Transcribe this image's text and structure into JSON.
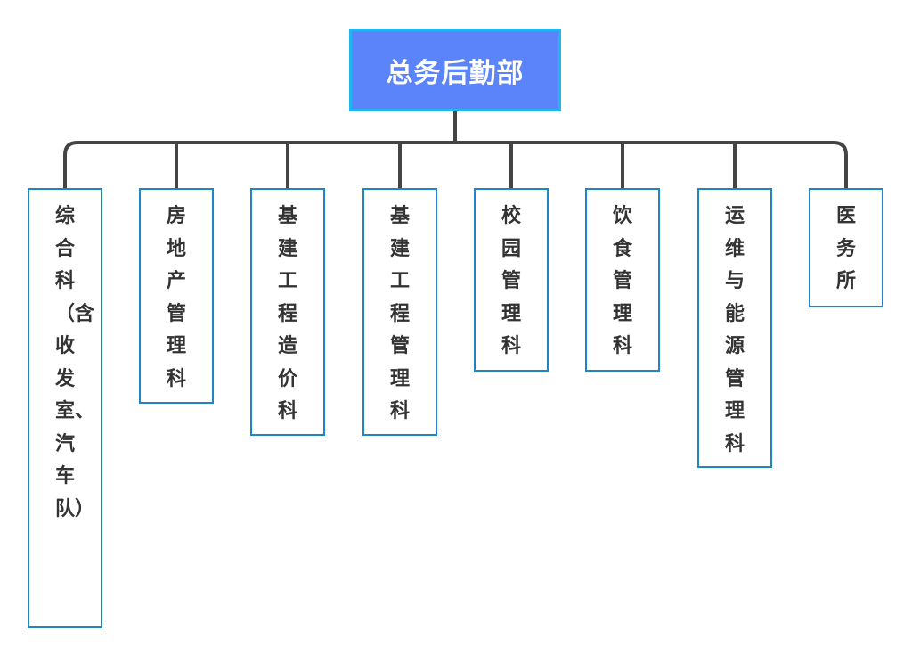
{
  "root": {
    "label": "总务后勤部"
  },
  "departments": [
    {
      "label": "综合科（含收发室、汽车队）"
    },
    {
      "label": "房地产管理科"
    },
    {
      "label": "基建工程造价科"
    },
    {
      "label": "基建工程管理科"
    },
    {
      "label": "校园管理科"
    },
    {
      "label": "饮食管理科"
    },
    {
      "label": "运维与能源管理科"
    },
    {
      "label": "医务所"
    }
  ],
  "colors": {
    "root_fill": "#5b84fb",
    "root_border": "#21b5eb",
    "child_border": "#1f86c6",
    "connector": "#444444",
    "text_dark": "#333333"
  }
}
